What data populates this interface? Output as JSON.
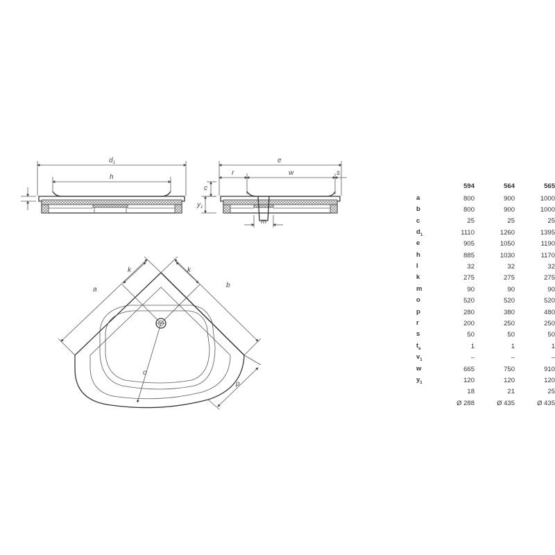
{
  "drawing": {
    "side_view_labels": {
      "d1": "d",
      "d1_sub": "1",
      "h": "h",
      "y1": "y",
      "y1_sub": "1",
      "c": "c",
      "e": "e",
      "r": "r",
      "w": "w",
      "s": "s",
      "m": "m"
    },
    "plan_view_labels": {
      "a": "a",
      "b": "b",
      "k_left": "k",
      "k_right": "k",
      "o": "o",
      "p": "p"
    }
  },
  "table": {
    "columns": [
      "594",
      "564",
      "565"
    ],
    "rows": [
      {
        "param": "a",
        "sub": "",
        "values": [
          "800",
          "900",
          "1000"
        ]
      },
      {
        "param": "b",
        "sub": "",
        "values": [
          "800",
          "900",
          "1000"
        ]
      },
      {
        "param": "c",
        "sub": "",
        "values": [
          "25",
          "25",
          "25"
        ]
      },
      {
        "param": "d",
        "sub": "1",
        "values": [
          "1110",
          "1260",
          "1395"
        ]
      },
      {
        "param": "e",
        "sub": "",
        "values": [
          "905",
          "1050",
          "1190"
        ]
      },
      {
        "param": "h",
        "sub": "",
        "values": [
          "885",
          "1030",
          "1170"
        ]
      },
      {
        "param": "l",
        "sub": "",
        "values": [
          "32",
          "32",
          "32"
        ]
      },
      {
        "param": "k",
        "sub": "",
        "values": [
          "275",
          "275",
          "275"
        ]
      },
      {
        "param": "m",
        "sub": "",
        "values": [
          "90",
          "90",
          "90"
        ]
      },
      {
        "param": "o",
        "sub": "",
        "values": [
          "520",
          "520",
          "520"
        ]
      },
      {
        "param": "p",
        "sub": "",
        "values": [
          "280",
          "380",
          "480"
        ]
      },
      {
        "param": "r",
        "sub": "",
        "values": [
          "200",
          "250",
          "250"
        ]
      },
      {
        "param": "s",
        "sub": "",
        "values": [
          "50",
          "50",
          "50"
        ]
      },
      {
        "param": "t",
        "sub": "a",
        "values": [
          "1",
          "1",
          "1"
        ]
      },
      {
        "param": "v",
        "sub": "1",
        "values": [
          "–",
          "–",
          "–"
        ]
      },
      {
        "param": "w",
        "sub": "",
        "values": [
          "665",
          "750",
          "910"
        ]
      },
      {
        "param": "y",
        "sub": "1",
        "values": [
          "120",
          "120",
          "120"
        ]
      },
      {
        "param": "",
        "sub": "",
        "values": [
          "18",
          "21",
          "25"
        ]
      },
      {
        "param": "",
        "sub": "",
        "values": [
          "Ø 288",
          "Ø 435",
          "Ø 435"
        ]
      }
    ]
  }
}
